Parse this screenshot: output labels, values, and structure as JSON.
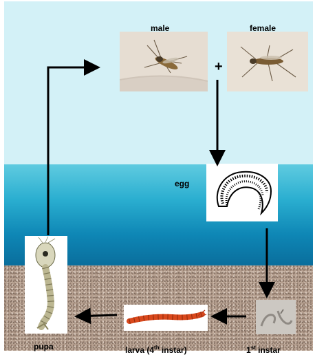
{
  "diagram": {
    "labels": {
      "male": "male",
      "female": "female",
      "plus": "+",
      "egg": "egg",
      "first_instar_num": "1",
      "first_instar_sup": "st",
      "first_instar_word": " instar",
      "larva_pre": "larva (4",
      "larva_sup": "th",
      "larva_post": " instar)",
      "pupa": "pupa"
    },
    "zones": [
      "air",
      "water",
      "sediment"
    ],
    "colors": {
      "air": "#d3f1f7",
      "water_top": "#5fcbe0",
      "water_bottom": "#0a6e9c",
      "sediment": "#b59f8f",
      "larva": "#d9481c",
      "arrow": "#000000"
    },
    "icons": [
      "male-midge-photo",
      "female-midge-photo",
      "egg-mass-photo",
      "first-instar-photo",
      "larva-photo",
      "pupa-photo"
    ]
  }
}
